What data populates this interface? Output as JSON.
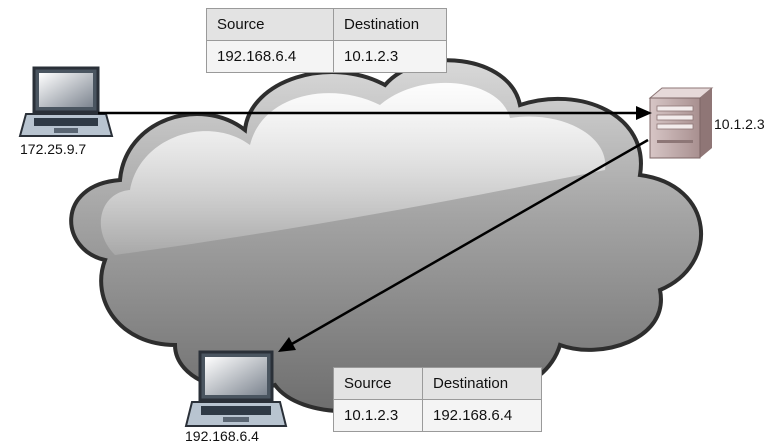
{
  "packet_top": {
    "source_header": "Source",
    "destination_header": "Destination",
    "source_value": "192.168.6.4",
    "destination_value": "10.1.2.3"
  },
  "packet_bottom": {
    "source_header": "Source",
    "destination_header": "Destination",
    "source_value": "10.1.2.3",
    "destination_value": "192.168.6.4"
  },
  "hosts": {
    "laptop_left": "172.25.9.7",
    "server": "10.1.2.3",
    "laptop_bottom": "192.168.6.4"
  },
  "icons": [
    "cloud-icon",
    "laptop-icon",
    "server-icon",
    "arrow-icon"
  ],
  "colors": {
    "cloud_fill": "#9c9c9c",
    "cloud_stroke": "#2e2e2e",
    "arrow": "#000000",
    "table_bg": "#ececec"
  }
}
